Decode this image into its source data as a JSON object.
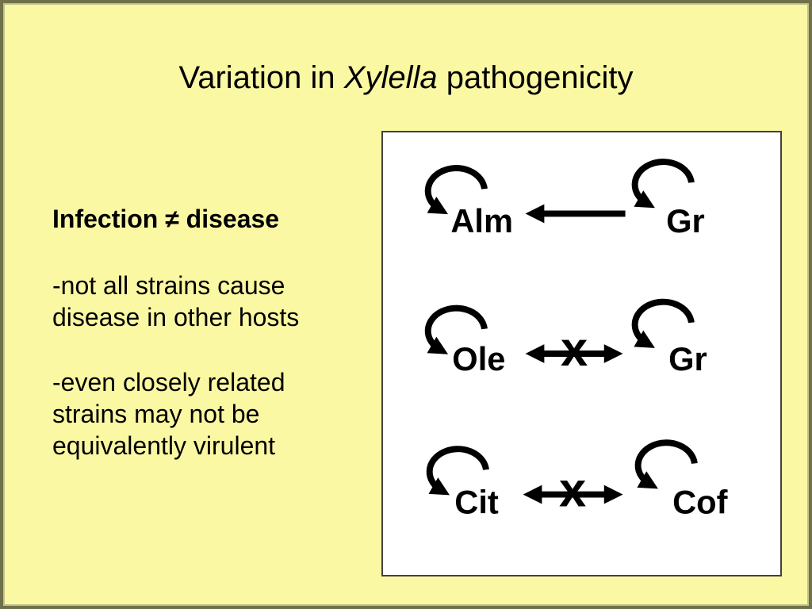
{
  "slide": {
    "title": {
      "prefix": "Variation in",
      "italic": "Xylella",
      "suffix": "pathogenicity"
    },
    "left_text": {
      "heading": "Infection ≠ disease",
      "paragraphs": [
        {
          "lines": [
            "-not all strains cause",
            "disease in other hosts"
          ]
        },
        {
          "lines": [
            "-even closely related",
            "strains may not be",
            "equivalently virulent"
          ]
        }
      ]
    },
    "diagram": {
      "rows": [
        {
          "left": "Alm",
          "right": "Gr",
          "relation": "arrow-from-right-to-left",
          "cross": ""
        },
        {
          "left": "Ole",
          "right": "Gr",
          "relation": "two-way-blocked",
          "cross": "x"
        },
        {
          "left": "Cit",
          "right": "Cof",
          "relation": "two-way-blocked",
          "cross": "x"
        }
      ],
      "loop_meaning": "self-loop arrow above each host abbreviation"
    },
    "colors": {
      "background": "#FBF8A3",
      "frame_outer": "#70704A",
      "frame_inner": "#C2C288",
      "box_background": "#FFFFFF",
      "box_border": "#404040",
      "ink": "#000000"
    }
  }
}
